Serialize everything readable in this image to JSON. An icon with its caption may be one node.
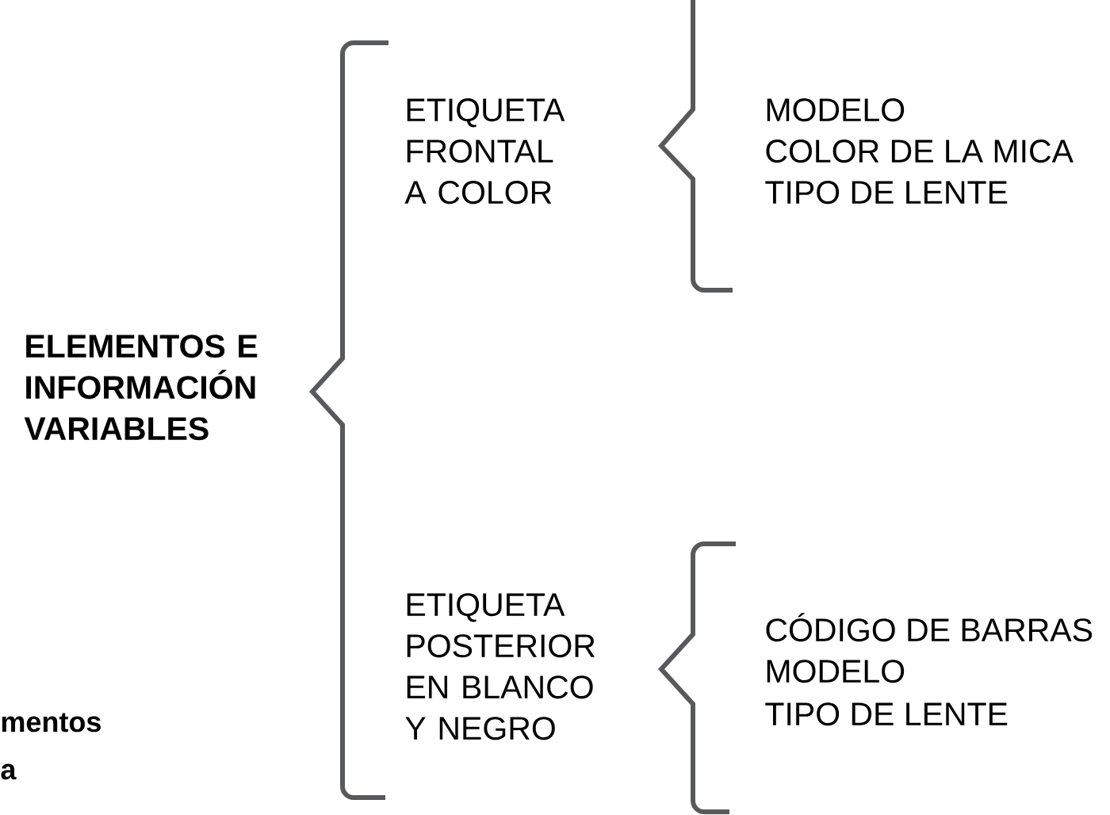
{
  "diagram": {
    "labels": [
      "ELEMENTOS E INFORMACIÓN VARIABLES",
      "ETIQUETA FRONTAL A COLOR",
      "MODELO",
      "COLOR DE LA MICA",
      "TIPO DE LENTE",
      "ETIQUETA POSTERIOR EN BLANCO Y NEGRO",
      "CÓDIGO DE BARRAS",
      "MODELO",
      "TIPO DE LENTE",
      "mentos",
      "a"
    ]
  }
}
